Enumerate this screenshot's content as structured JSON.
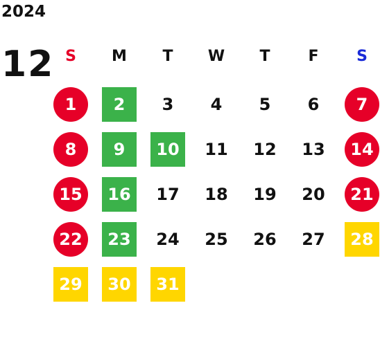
{
  "calendar": {
    "year": "2024",
    "month": "12",
    "weekdays": [
      {
        "label": "S",
        "color": "#e60028"
      },
      {
        "label": "M",
        "color": "#111111"
      },
      {
        "label": "T",
        "color": "#111111"
      },
      {
        "label": "W",
        "color": "#111111"
      },
      {
        "label": "T",
        "color": "#111111"
      },
      {
        "label": "F",
        "color": "#111111"
      },
      {
        "label": "S",
        "color": "#1a2bd8"
      }
    ],
    "days": [
      {
        "n": "1",
        "style": "red"
      },
      {
        "n": "2",
        "style": "green"
      },
      {
        "n": "3",
        "style": "plain"
      },
      {
        "n": "4",
        "style": "plain"
      },
      {
        "n": "5",
        "style": "plain"
      },
      {
        "n": "6",
        "style": "plain"
      },
      {
        "n": "7",
        "style": "red"
      },
      {
        "n": "8",
        "style": "red"
      },
      {
        "n": "9",
        "style": "green"
      },
      {
        "n": "10",
        "style": "green"
      },
      {
        "n": "11",
        "style": "plain"
      },
      {
        "n": "12",
        "style": "plain"
      },
      {
        "n": "13",
        "style": "plain"
      },
      {
        "n": "14",
        "style": "red"
      },
      {
        "n": "15",
        "style": "red"
      },
      {
        "n": "16",
        "style": "green"
      },
      {
        "n": "17",
        "style": "plain"
      },
      {
        "n": "18",
        "style": "plain"
      },
      {
        "n": "19",
        "style": "plain"
      },
      {
        "n": "20",
        "style": "plain"
      },
      {
        "n": "21",
        "style": "red"
      },
      {
        "n": "22",
        "style": "red"
      },
      {
        "n": "23",
        "style": "green"
      },
      {
        "n": "24",
        "style": "plain"
      },
      {
        "n": "25",
        "style": "plain"
      },
      {
        "n": "26",
        "style": "plain"
      },
      {
        "n": "27",
        "style": "plain"
      },
      {
        "n": "28",
        "style": "yellow"
      },
      {
        "n": "29",
        "style": "yellow"
      },
      {
        "n": "30",
        "style": "yellow"
      },
      {
        "n": "31",
        "style": "yellow"
      }
    ]
  }
}
